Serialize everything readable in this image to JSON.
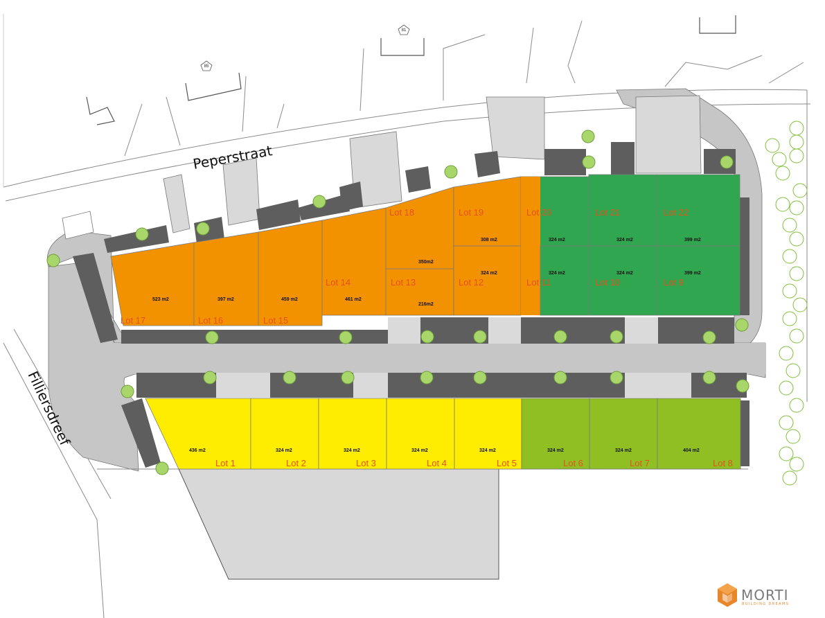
{
  "streets": {
    "north": "Peperstraat",
    "west": "Filliersdreef"
  },
  "house_numbers": [
    "85",
    "81"
  ],
  "colors": {
    "orange": "#f39200",
    "dark_green": "#2fa64f",
    "light_green": "#8fbf22",
    "yellow": "#ffed00",
    "road": "#c6c6c6",
    "parking": "#5e5e5e",
    "paving": "#dadada",
    "lot_text": "#e8501e",
    "tree": "#a8d66a"
  },
  "lots": [
    {
      "id": "lot-1",
      "label": "Lot 1",
      "area": "436 m2",
      "status": "yellow"
    },
    {
      "id": "lot-2",
      "label": "Lot 2",
      "area": "324 m2",
      "status": "yellow"
    },
    {
      "id": "lot-3",
      "label": "Lot 3",
      "area": "324 m2",
      "status": "yellow"
    },
    {
      "id": "lot-4",
      "label": "Lot 4",
      "area": "324 m2",
      "status": "yellow"
    },
    {
      "id": "lot-5",
      "label": "Lot 5",
      "area": "324 m2",
      "status": "yellow"
    },
    {
      "id": "lot-6",
      "label": "Lot 6",
      "area": "324 m2",
      "status": "light_green"
    },
    {
      "id": "lot-7",
      "label": "Lot 7",
      "area": "324 m2",
      "status": "light_green"
    },
    {
      "id": "lot-8",
      "label": "Lot 8",
      "area": "404 m2",
      "status": "light_green"
    },
    {
      "id": "lot-9",
      "label": "Lot 9",
      "area": "399 m2",
      "status": "dark_green"
    },
    {
      "id": "lot-10",
      "label": "Lot 10",
      "area": "324 m2",
      "status": "dark_green"
    },
    {
      "id": "lot-11",
      "label": "Lot 11",
      "area": "324 m2",
      "status": "dark_green"
    },
    {
      "id": "lot-12",
      "label": "Lot 12",
      "area": "324 m2",
      "status": "orange"
    },
    {
      "id": "lot-13",
      "label": "Lot 13",
      "area": "216m2",
      "status": "orange"
    },
    {
      "id": "lot-14",
      "label": "Lot 14",
      "area": "461 m2",
      "status": "orange"
    },
    {
      "id": "lot-15",
      "label": "Lot 15",
      "area": "459 m2",
      "status": "orange"
    },
    {
      "id": "lot-16",
      "label": "Lot 16",
      "area": "397 m2",
      "status": "orange"
    },
    {
      "id": "lot-17",
      "label": "Lot 17",
      "area": "523 m2",
      "status": "orange"
    },
    {
      "id": "lot-18",
      "label": "Lot 18",
      "area": "350m2",
      "status": "orange"
    },
    {
      "id": "lot-19",
      "label": "Lot 19",
      "area": "308 m2",
      "status": "orange"
    },
    {
      "id": "lot-20",
      "label": "Lot 20",
      "area": "324 m2",
      "status": "dark_green"
    },
    {
      "id": "lot-21",
      "label": "Lot 21",
      "area": "324 m2",
      "status": "dark_green"
    },
    {
      "id": "lot-22",
      "label": "Lot 22",
      "area": "399 m2",
      "status": "dark_green"
    }
  ],
  "logo": {
    "name": "MORTI",
    "tagline": "BUILDING DREAMS"
  }
}
